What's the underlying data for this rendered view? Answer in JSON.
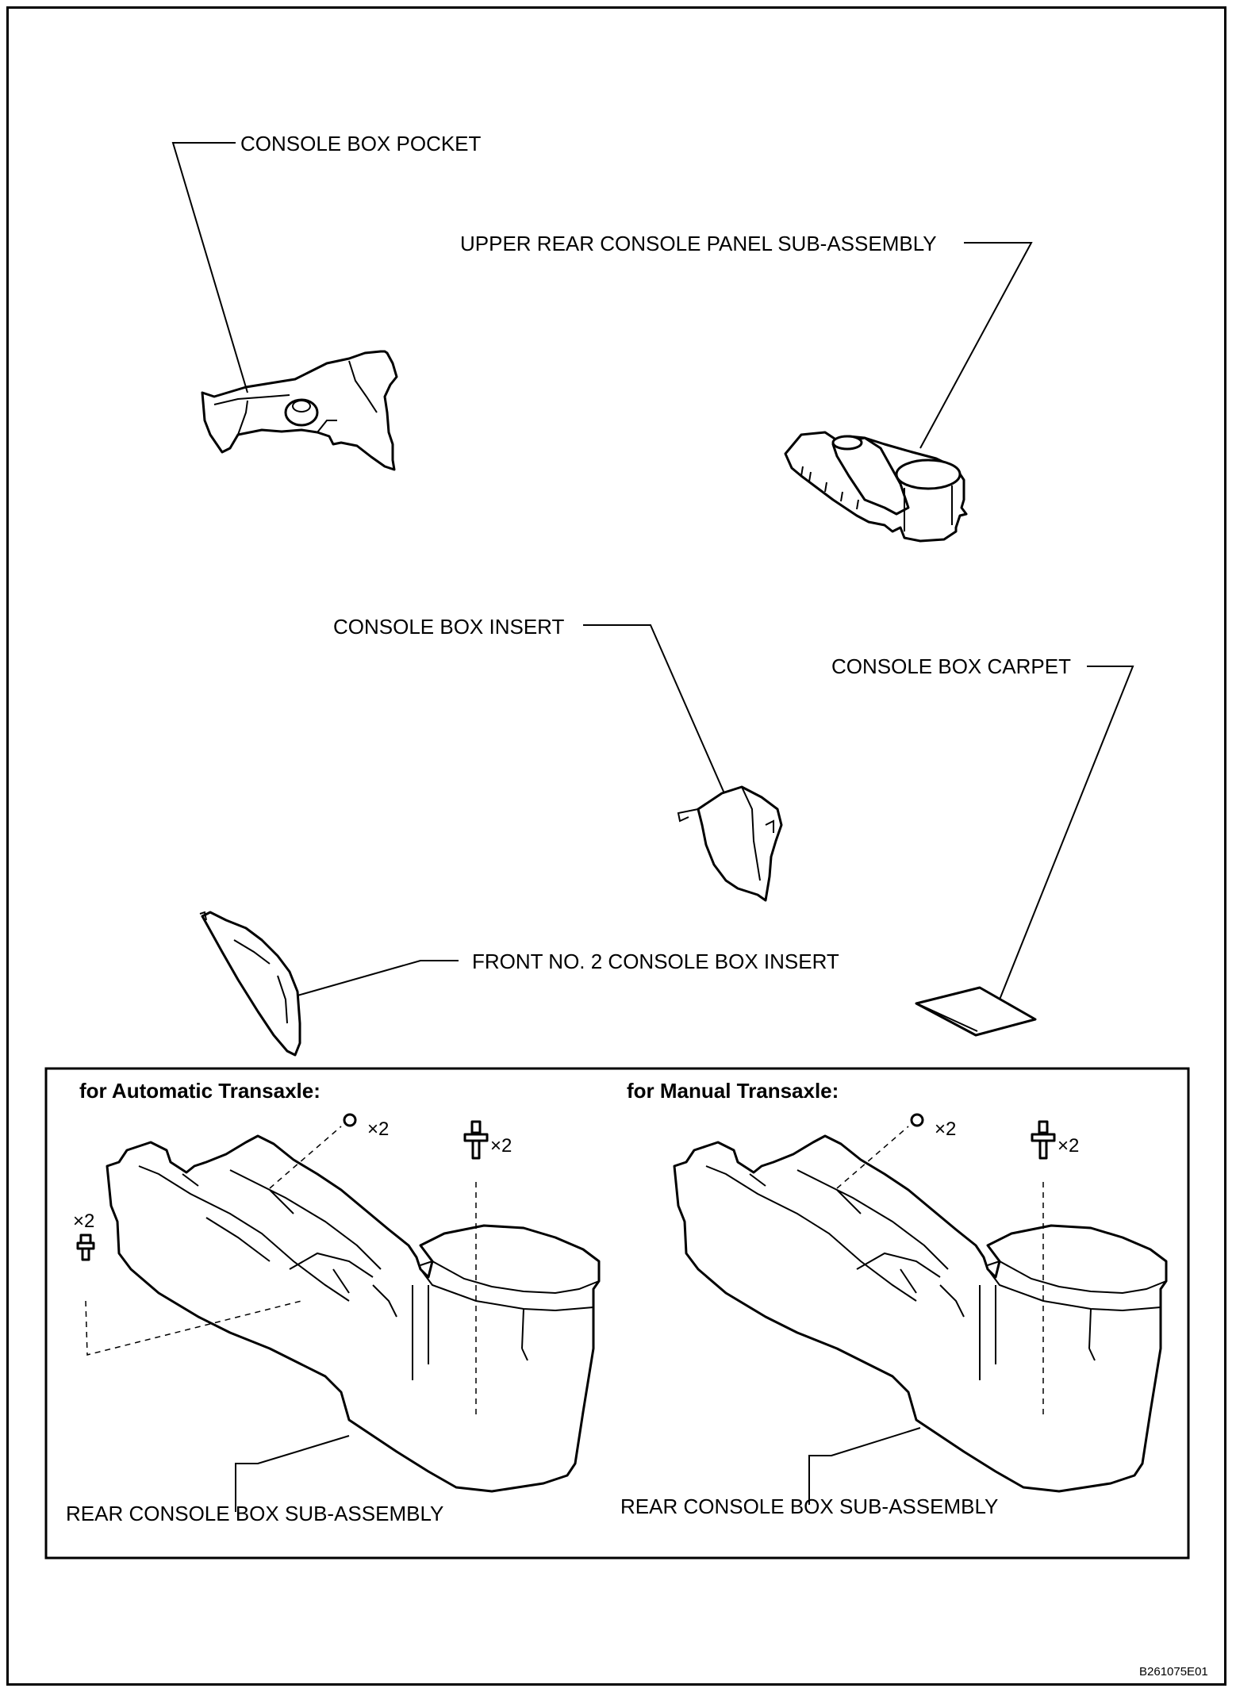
{
  "labels": {
    "console_box_pocket": "CONSOLE BOX POCKET",
    "upper_rear_console_panel": "UPPER REAR CONSOLE PANEL SUB-ASSEMBLY",
    "console_box_insert": "CONSOLE BOX INSERT",
    "console_box_carpet": "CONSOLE BOX CARPET",
    "front_no2_console_box_insert": "FRONT NO. 2 CONSOLE BOX INSERT"
  },
  "variants": [
    {
      "heading": "for Automatic Transaxle:",
      "part_label": "REAR CONSOLE BOX SUB-ASSEMBLY",
      "fastener_qty": [
        "×2",
        "×2",
        "×2"
      ]
    },
    {
      "heading": "for Manual Transaxle:",
      "part_label": "REAR CONSOLE BOX SUB-ASSEMBLY",
      "fastener_qty": [
        "×2",
        "×2"
      ]
    }
  ],
  "reference_code": "B261075E01"
}
